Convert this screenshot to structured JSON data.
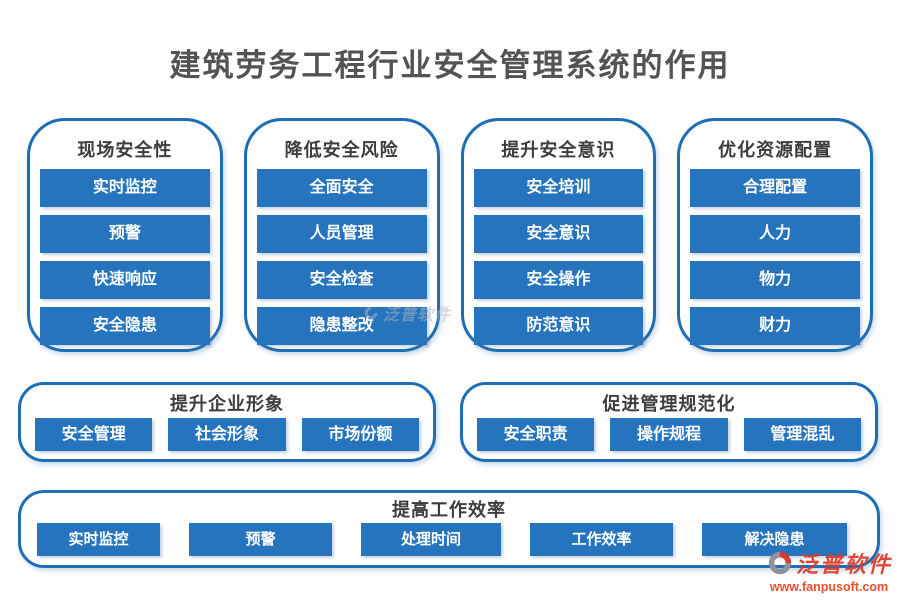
{
  "page": {
    "title": "建筑劳务工程行业安全管理系统的作用"
  },
  "colors": {
    "tag_blue": "#2574bd",
    "card_border_blue": "#1e6eb5",
    "title_gray": "#535353",
    "watermark_red": "#dd3a2a",
    "watermark_orange": "#e8512c"
  },
  "cards_row1": [
    {
      "title": "现场安全性",
      "items": [
        "实时监控",
        "预警",
        "快速响应",
        "安全隐患"
      ]
    },
    {
      "title": "降低安全风险",
      "items": [
        "全面安全",
        "人员管理",
        "安全检查",
        "隐患整改"
      ]
    },
    {
      "title": "提升安全意识",
      "items": [
        "安全培训",
        "安全意识",
        "安全操作",
        "防范意识"
      ]
    },
    {
      "title": "优化资源配置",
      "items": [
        "合理配置",
        "人力",
        "物力",
        "财力"
      ]
    }
  ],
  "cards_row2": [
    {
      "title": "提升企业形象",
      "items": [
        "安全管理",
        "社会形象",
        "市场份额"
      ]
    },
    {
      "title": "促进管理规范化",
      "items": [
        "安全职责",
        "操作规程",
        "管理混乱"
      ]
    }
  ],
  "card_row3": {
    "title": "提高工作效率",
    "items": [
      "实时监控",
      "预警",
      "处理时间",
      "工作效率",
      "解决隐患"
    ]
  },
  "watermark": {
    "brand": "泛普软件",
    "url": "www.fanpusoft.com",
    "ghost_brand": "泛普软件"
  }
}
